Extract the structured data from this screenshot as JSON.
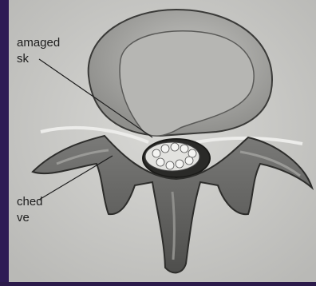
{
  "labels": {
    "damaged_disk_line1": "amaged",
    "damaged_disk_line2": "sk",
    "pinched_nerve_line1": "ched",
    "pinched_nerve_line2": "ve"
  },
  "colors": {
    "background_strip": "#2e1b55",
    "paper": "#cfcfcc",
    "bone": "#6e6e6e",
    "disk": "#a9a9a6",
    "ink": "#1e1e1e"
  }
}
